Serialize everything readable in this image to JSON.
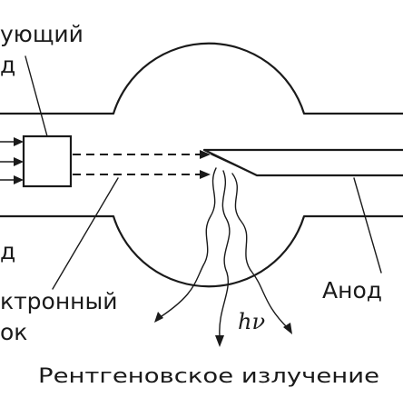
{
  "labels": {
    "focusing_top": "ующий",
    "focusing_bottom": "д",
    "cathode_fragment": "д",
    "electron_beam_top": "ктронный",
    "electron_beam_bottom": "ок",
    "anode": "Анод",
    "photon": "hν",
    "xray": "Рентгеновское излучение"
  }
}
